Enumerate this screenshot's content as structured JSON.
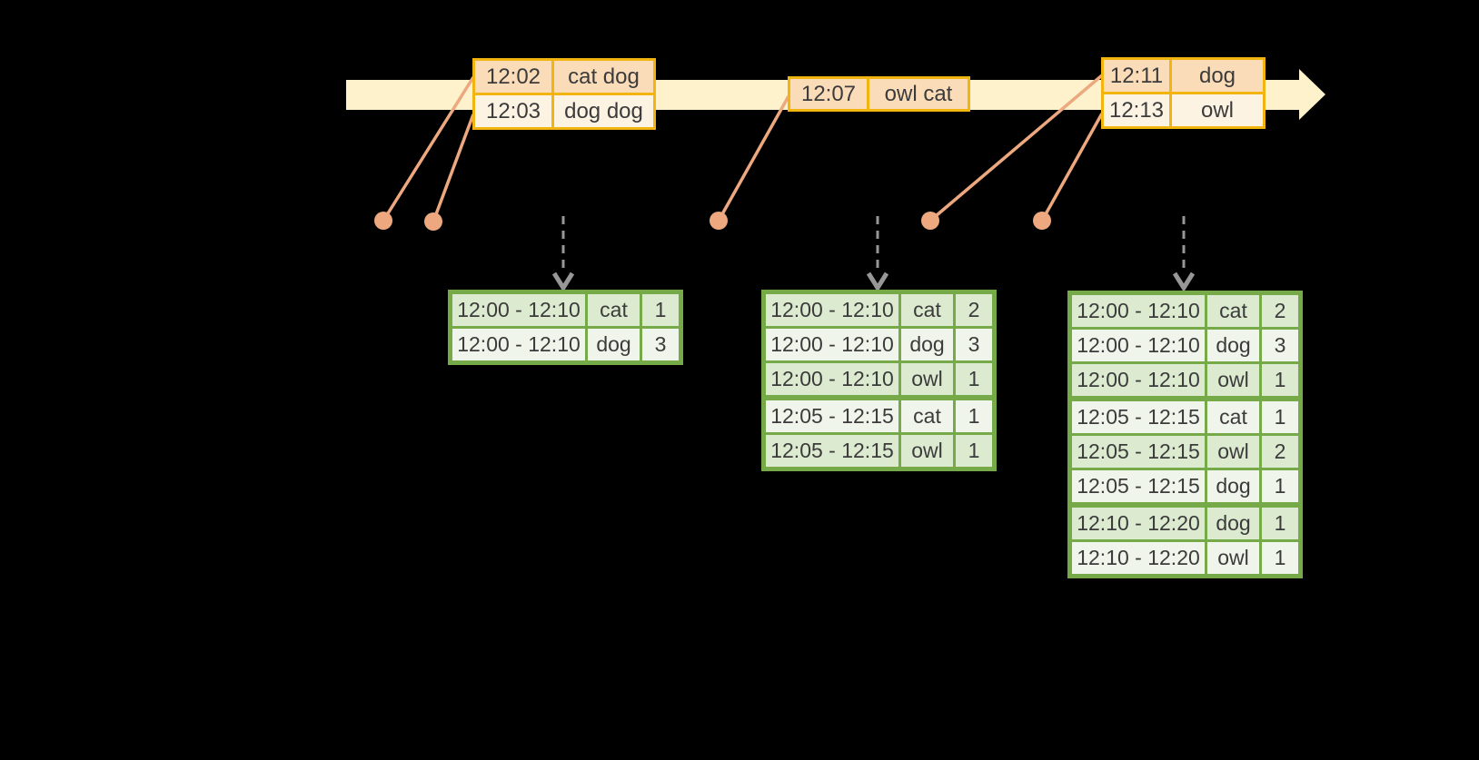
{
  "colors": {
    "background": "#000000",
    "timeline_band": "#fdf2cc",
    "event_box_border": "#f2b40f",
    "event_fill_primary": "#fbdcb8",
    "event_fill_secondary": "#fdf3e3",
    "table_border_green": "#76aa48",
    "table_fill_dark": "#dcead0",
    "table_fill_light": "#f0f5eb",
    "connector_salmon": "#eda87f",
    "trigger_arrow_gray": "#979797",
    "text": "#3b3b3b"
  },
  "event_boxes": [
    {
      "id": "events-12-02",
      "rows": [
        {
          "time": "12:02",
          "words": "cat dog"
        },
        {
          "time": "12:03",
          "words": "dog dog"
        }
      ]
    },
    {
      "id": "events-12-07",
      "rows": [
        {
          "time": "12:07",
          "words": "owl cat"
        }
      ]
    },
    {
      "id": "events-12-11",
      "rows": [
        {
          "time": "12:11",
          "words": "dog"
        },
        {
          "time": "12:13",
          "words": "owl"
        }
      ]
    }
  ],
  "result_tables": [
    {
      "rows": [
        [
          "12:00 - 12:10",
          "cat",
          "1"
        ],
        [
          "12:00 - 12:10",
          "dog",
          "3"
        ]
      ]
    },
    {
      "rows": [
        [
          "12:00 - 12:10",
          "cat",
          "2"
        ],
        [
          "12:00 - 12:10",
          "dog",
          "3"
        ],
        [
          "12:00 - 12:10",
          "owl",
          "1"
        ],
        [
          "12:05 - 12:15",
          "cat",
          "1"
        ],
        [
          "12:05 - 12:15",
          "owl",
          "1"
        ]
      ]
    },
    {
      "rows": [
        [
          "12:00 - 12:10",
          "cat",
          "2"
        ],
        [
          "12:00 - 12:10",
          "dog",
          "3"
        ],
        [
          "12:00 - 12:10",
          "owl",
          "1"
        ],
        [
          "12:05 - 12:15",
          "cat",
          "1"
        ],
        [
          "12:05 - 12:15",
          "owl",
          "2"
        ],
        [
          "12:05 - 12:15",
          "dog",
          "1"
        ],
        [
          "12:10 - 12:20",
          "dog",
          "1"
        ],
        [
          "12:10 - 12:20",
          "owl",
          "1"
        ]
      ]
    }
  ]
}
